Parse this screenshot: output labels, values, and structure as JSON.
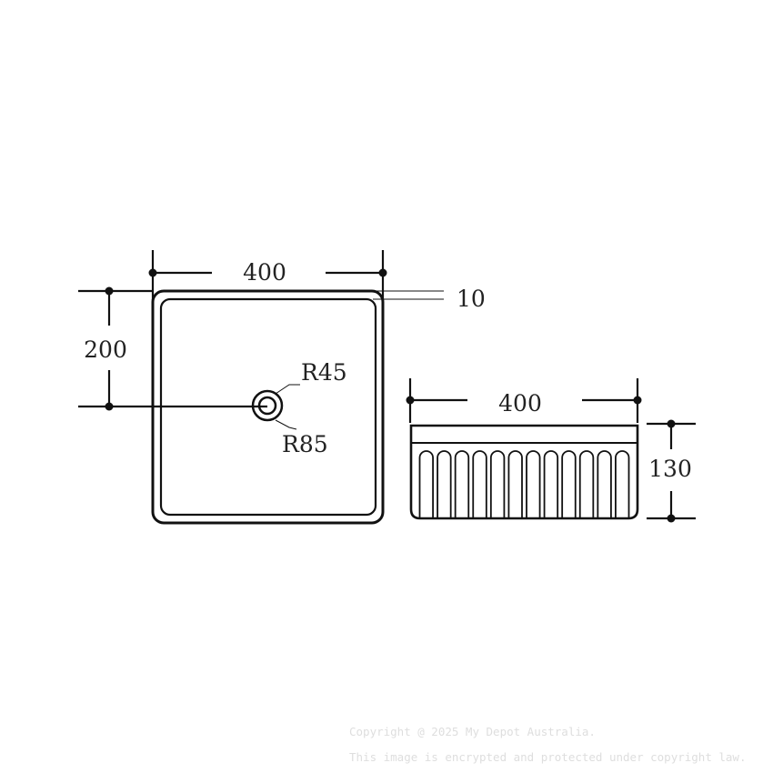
{
  "top_view": {
    "width_label": "400",
    "depth_label": "200",
    "rim_label": "10",
    "inner_radius_label": "R45",
    "outer_radius_label": "R85"
  },
  "side_view": {
    "width_label": "400",
    "height_label": "130"
  },
  "watermark": {
    "line1": "Copyright @ 2025 My Depot Australia.",
    "line2": "This image is encrypted and protected under copyright law."
  },
  "colors": {
    "line": "#111111",
    "text": "#222222",
    "watermark": "#dedede"
  }
}
